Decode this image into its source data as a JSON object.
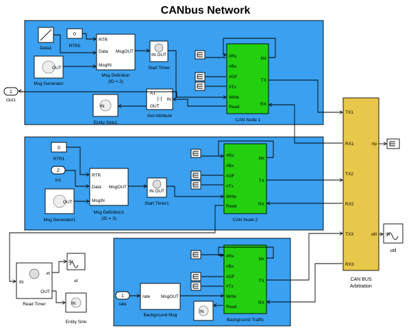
{
  "title": "CANbus Network",
  "colors": {
    "subsystem": "#3aa0ef",
    "can_node": "#22d010",
    "arbitration": "#e8c84a",
    "wire": "#000000"
  },
  "blocks": {
    "data1": "Data1",
    "rtr0_value": "0",
    "rtr0": "RTR0",
    "msg_generator": "Msg Generator",
    "msg_def1": "Msg Definition",
    "msg_def1_id": "(ID = 2)",
    "start_timer": "Start Timer",
    "get_attribute": "Get Attribute",
    "get_attr_a1": "A1",
    "entity_sink1": "Entity Sink1",
    "out1_num": "1",
    "out1": "Out1",
    "can_node1": "CAN Node 1",
    "rtr1_value": "0",
    "rtr1": "RTR1",
    "in1_num": "2",
    "in1": "In1",
    "msg_generator1": "Msg Generator1",
    "msg_def2": "Msg Definition1",
    "msg_def2_id": "(ID = 3)",
    "start_timer1": "Start Timer1",
    "can_node2": "CAN Node 2",
    "read_timer": "Read Timer",
    "et": "et",
    "entity_sink": "Entity Sink",
    "rate_num": "1",
    "rate": "rate",
    "background_msg": "Background Msg",
    "background_traffic": "Background Traffic",
    "can_bus": "CAN BUS",
    "arbitration": "Arbitration",
    "util": "util"
  },
  "ports": {
    "rtr": "RTR",
    "data": "Data",
    "msgout": "MsgOUT",
    "msgin": "MsgIN",
    "in": "IN",
    "out": "OUT",
    "inout": "IN OUT",
    "rx_cnt": "#Rx",
    "bx_cnt": "#Bx",
    "of_cnt": "#OF",
    "tx_cnt": "#Tx",
    "write": "Write",
    "read": "Read",
    "idx": "Idx",
    "tx": "TX",
    "rx": "RX",
    "tx1": "TX1",
    "rx1": "RX1",
    "tx2": "TX2",
    "rx2": "RX2",
    "tx3": "TX3",
    "rx3": "RX3",
    "p_cnt": "#p",
    "util": "util",
    "et": "et",
    "rate": "rate"
  }
}
